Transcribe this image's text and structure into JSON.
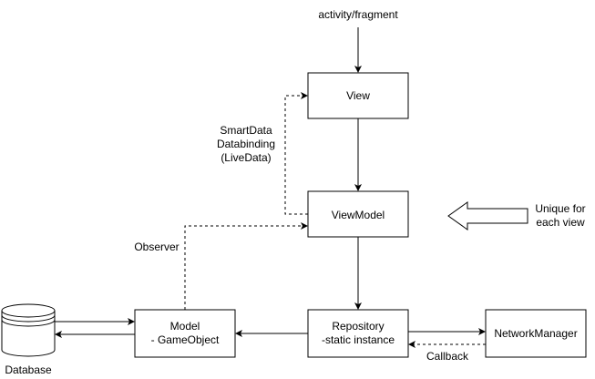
{
  "nodes": {
    "activity_label": "activity/fragment",
    "view": "View",
    "viewmodel": "ViewModel",
    "model_line1": "Model",
    "model_line2": "- GameObject",
    "repository_line1": "Repository",
    "repository_line2": "-static instance",
    "network_manager": "NetworkManager",
    "database": "Database"
  },
  "labels": {
    "smartdata_line1": "SmartData",
    "smartdata_line2": "Databinding",
    "smartdata_line3": "(LiveData)",
    "observer": "Observer",
    "unique_line1": "Unique for",
    "unique_line2": "each view",
    "callback": "Callback"
  }
}
